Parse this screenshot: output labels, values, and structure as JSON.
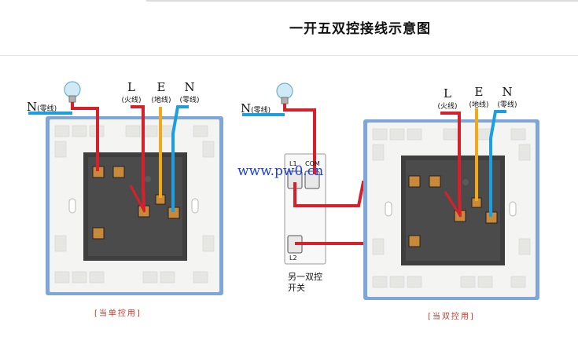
{
  "title": "一开五双控接线示意图",
  "left_diagram": {
    "neutral_label": "N",
    "neutral_sub": "(零线)",
    "L_label": "L",
    "L_sub": "(火线)",
    "E_label": "E",
    "E_sub": "(地线)",
    "N_label": "N",
    "N_sub": "(零线)",
    "caption": "[当单控用]"
  },
  "right_diagram": {
    "neutral_label": "N",
    "neutral_sub": "(零线)",
    "L_label": "L",
    "L_sub": "(火线)",
    "E_label": "E",
    "E_sub": "(地线)",
    "N_label": "N",
    "N_sub": "(零线)",
    "caption": "[当双控用]"
  },
  "other_switch": {
    "l1": "L1",
    "com": "COM",
    "l2": "L2",
    "caption": "另一双控开关"
  },
  "watermark": "www.pw0.cn",
  "colors": {
    "live": "#d9202a",
    "earth": "#f0a81c",
    "neutral": "#1aa0e0",
    "plate_border": "#7fa6d8",
    "plate": "#f4f4f2",
    "module": "#3f3f40"
  }
}
